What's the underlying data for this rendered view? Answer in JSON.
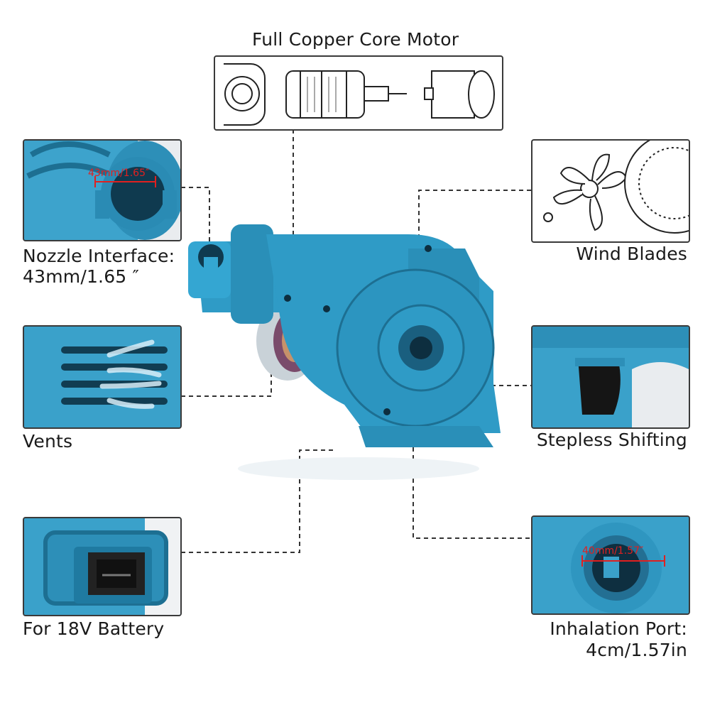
{
  "labels": {
    "motor": "Full Copper Core Motor",
    "nozzle_line1": "Nozzle Interface:",
    "nozzle_line2": "43mm/1.65 ″",
    "vents": "Vents",
    "battery": "For 18V Battery",
    "wind_blades": "Wind Blades",
    "stepless": "Stepless Shifting",
    "inhalation_line1": "Inhalation Port:",
    "inhalation_line2": "4cm/1.57in"
  },
  "measurements": {
    "nozzle": "43mm/1.65″",
    "inhalation": "40mm/1.57″"
  },
  "colors": {
    "body_blue": "#2f9bc6",
    "body_dark": "#1d6f92",
    "measure_red": "#e02020",
    "leader": "#333333"
  }
}
